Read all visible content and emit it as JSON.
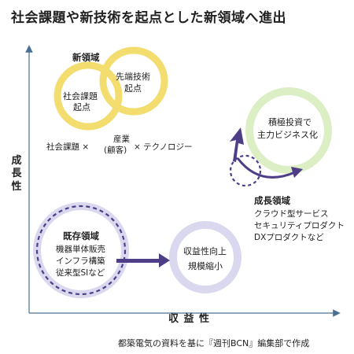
{
  "title": "社会課題や新技術を起点とした新領域へ進出",
  "axes": {
    "y_label_chars": [
      "成",
      "長",
      "性"
    ],
    "x_label": "収 益 性"
  },
  "new_domain": {
    "heading": "新領域",
    "left_circle": [
      "社会課題",
      "起点"
    ],
    "right_circle": [
      "先端技術",
      "起点"
    ],
    "formula_part1": "社会課題 ×",
    "formula_part2": [
      "産業",
      "(顧客)"
    ],
    "formula_part3": "× テクノロジー"
  },
  "growth_domain": {
    "circle_text": [
      "積極投資で",
      "主力ビジネス化"
    ],
    "heading": "成長領域",
    "items": [
      "クラウド型サービス",
      "セキュリティプロダクト",
      "DXプロダクトなど"
    ]
  },
  "existing_domain": {
    "heading": "既存領域",
    "items": [
      "機器単体販売",
      "インフラ構築",
      "従来型SIなど"
    ]
  },
  "profit_circle": [
    "収益性向上",
    "規模縮小"
  ],
  "source": "都築電気の資料を基に『週刊BCN』編集部で作成",
  "colors": {
    "yellow": "#f2dd6e",
    "green": "#dbeec4",
    "lavender": "#d9d8ef",
    "purple": "#4e3e87",
    "axis": "#4a6f95"
  }
}
